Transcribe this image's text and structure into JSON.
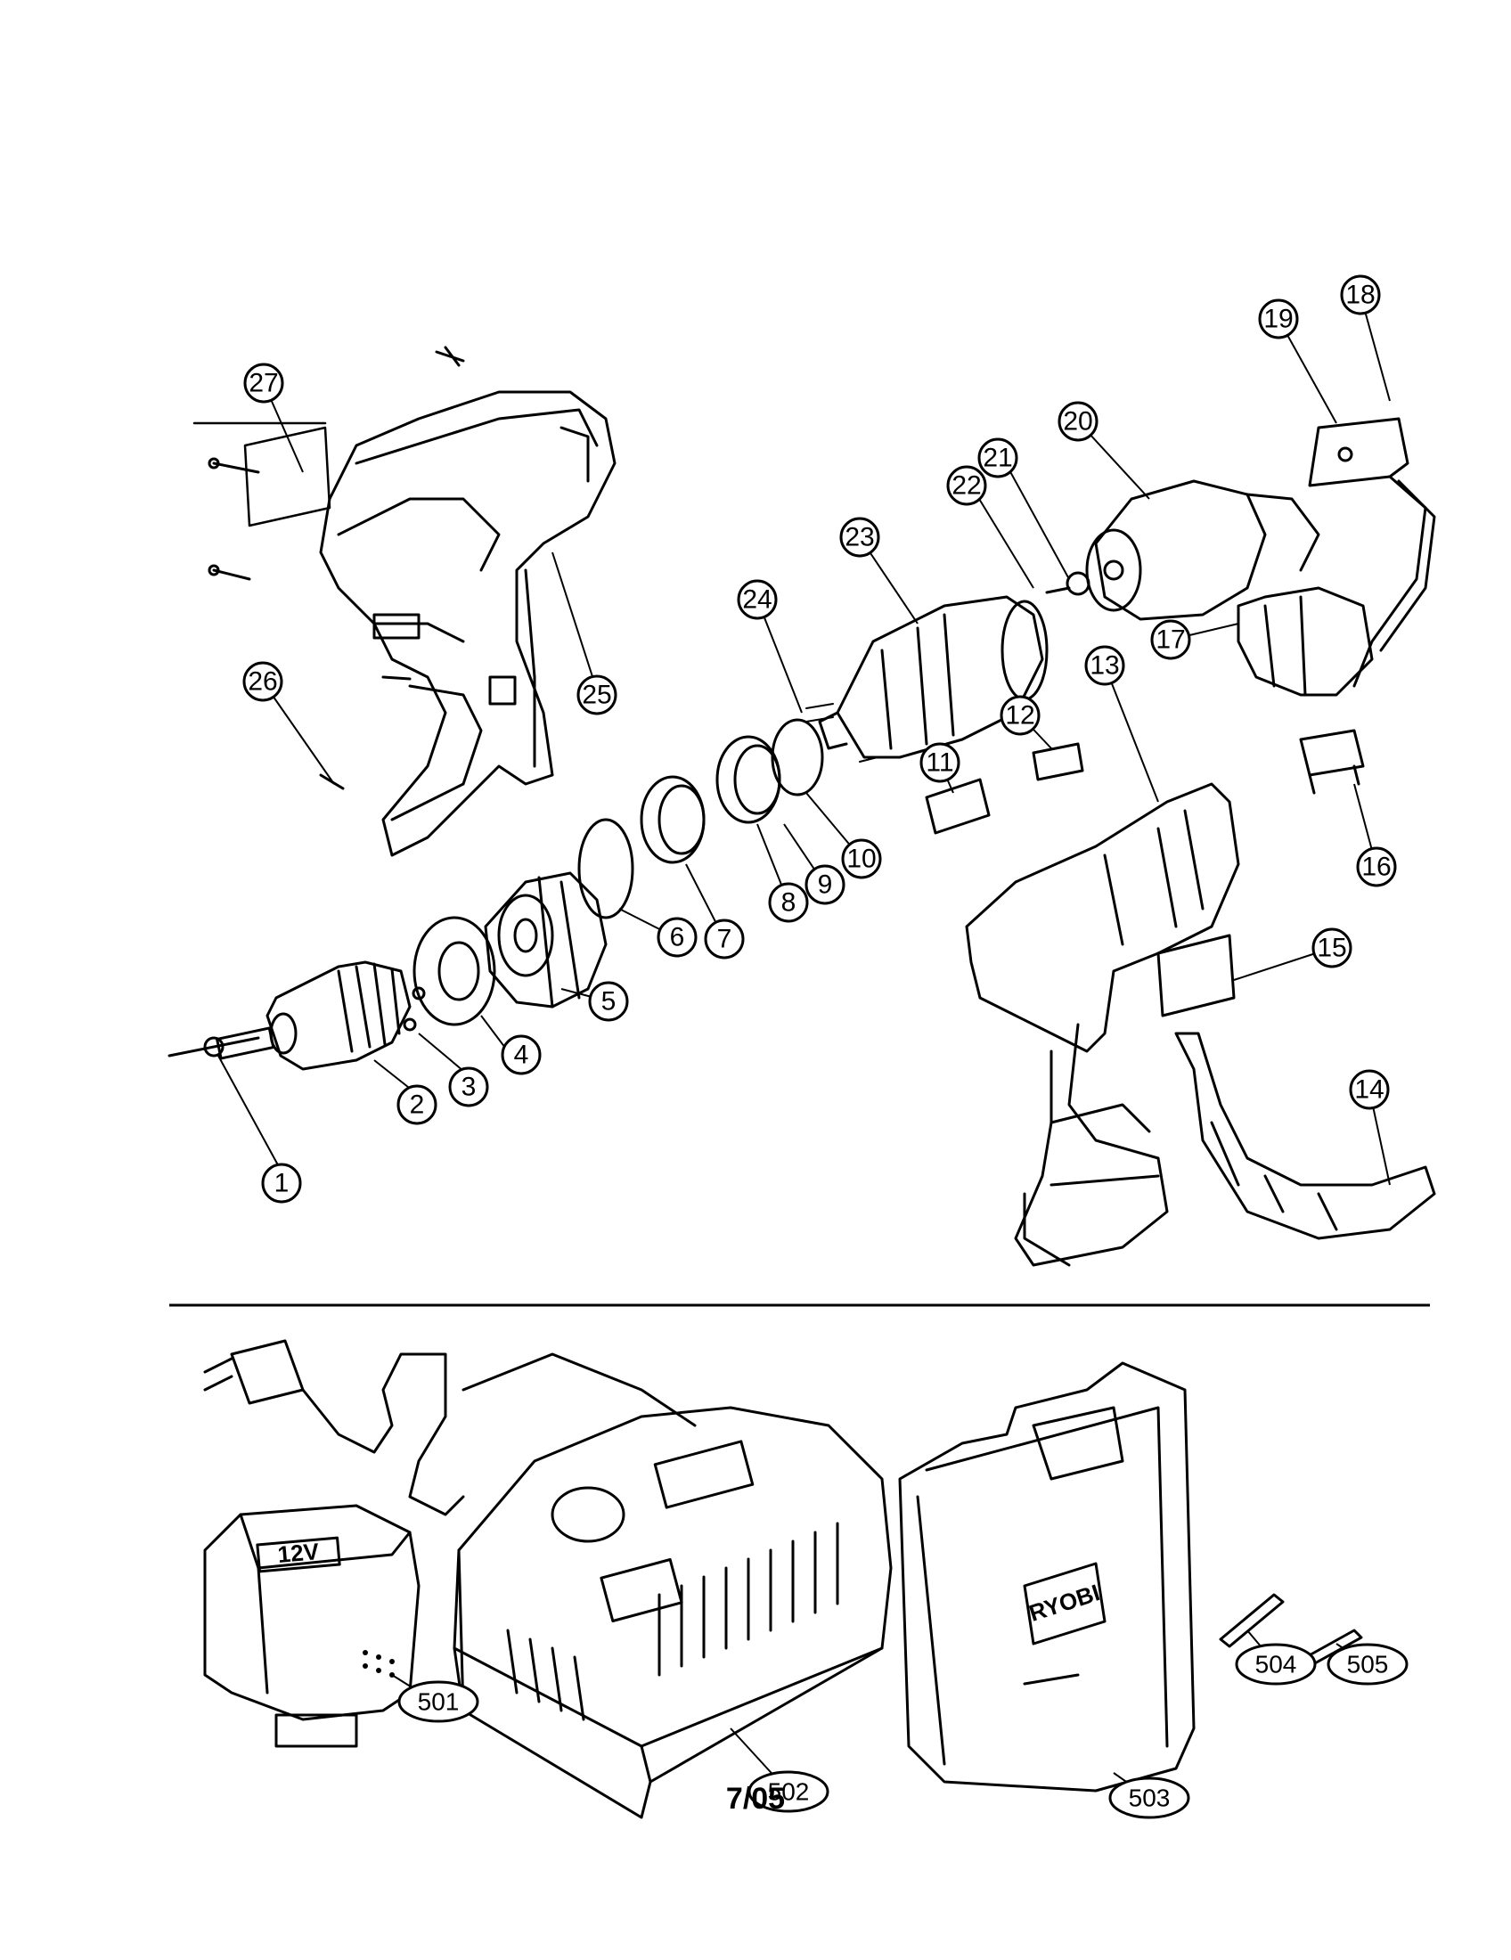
{
  "callouts": [
    "1",
    "2",
    "3",
    "4",
    "5",
    "6",
    "7",
    "8",
    "9",
    "10",
    "11",
    "12",
    "13",
    "14",
    "15",
    "16",
    "17",
    "18",
    "19",
    "20",
    "21",
    "22",
    "23",
    "24",
    "25",
    "26",
    "27"
  ],
  "accessory_callouts": [
    "501",
    "502",
    "503",
    "504",
    "505"
  ],
  "battery_label": "12V",
  "case_brand": "RYOBI",
  "footer_date": "7/05"
}
